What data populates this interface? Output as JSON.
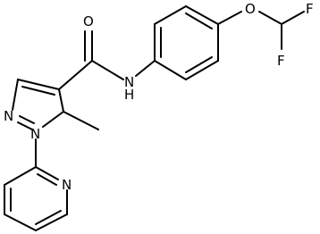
{
  "molecule": {
    "atom_labels": {
      "carbonyl_oxygen": "O",
      "amide_nitrogen": "N",
      "amide_hydrogen": "H",
      "ether_oxygen": "O",
      "fluorine_top": "F",
      "fluorine_bottom": "F",
      "pyrazole_n2": "N",
      "pyrazole_n1": "N",
      "pyridine_nitrogen": "N"
    }
  }
}
